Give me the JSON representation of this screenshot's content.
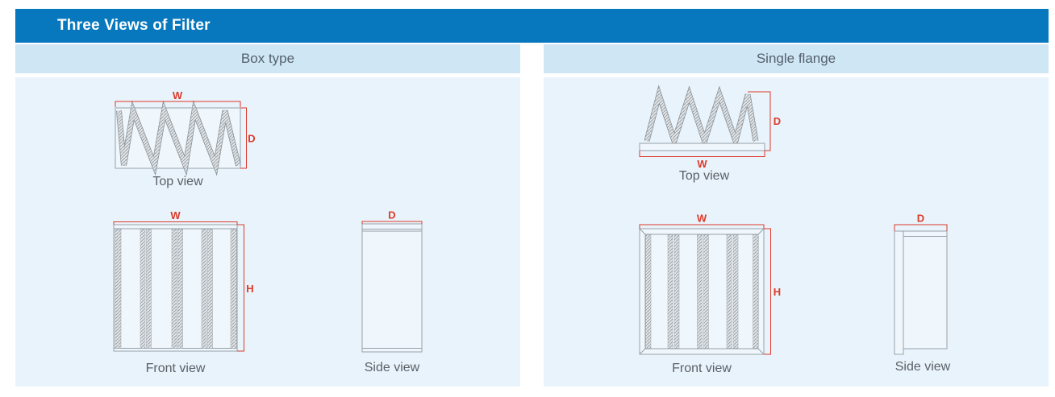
{
  "title": "Three Views of Filter",
  "colors": {
    "title_bar_bg": "#0778bd",
    "title_text": "#ffffff",
    "column_header_bg": "#cfe6f5",
    "panel_bg": "#e9f3fb",
    "dimension_red": "#dd3a2a",
    "outline_gray": "#97a1a9",
    "caption_gray": "#5a6066"
  },
  "columns": [
    {
      "header": "Box type",
      "views": {
        "top": {
          "caption": "Top view",
          "dim_width": "W",
          "dim_depth": "D"
        },
        "front": {
          "caption": "Front view",
          "dim_width": "W",
          "dim_height": "H"
        },
        "side": {
          "caption": "Side view",
          "dim_depth": "D"
        }
      }
    },
    {
      "header": "Single flange",
      "views": {
        "top": {
          "caption": "Top view",
          "dim_width": "W",
          "dim_depth": "D"
        },
        "front": {
          "caption": "Front view",
          "dim_width": "W",
          "dim_height": "H"
        },
        "side": {
          "caption": "Side view",
          "dim_depth": "D"
        }
      }
    }
  ]
}
